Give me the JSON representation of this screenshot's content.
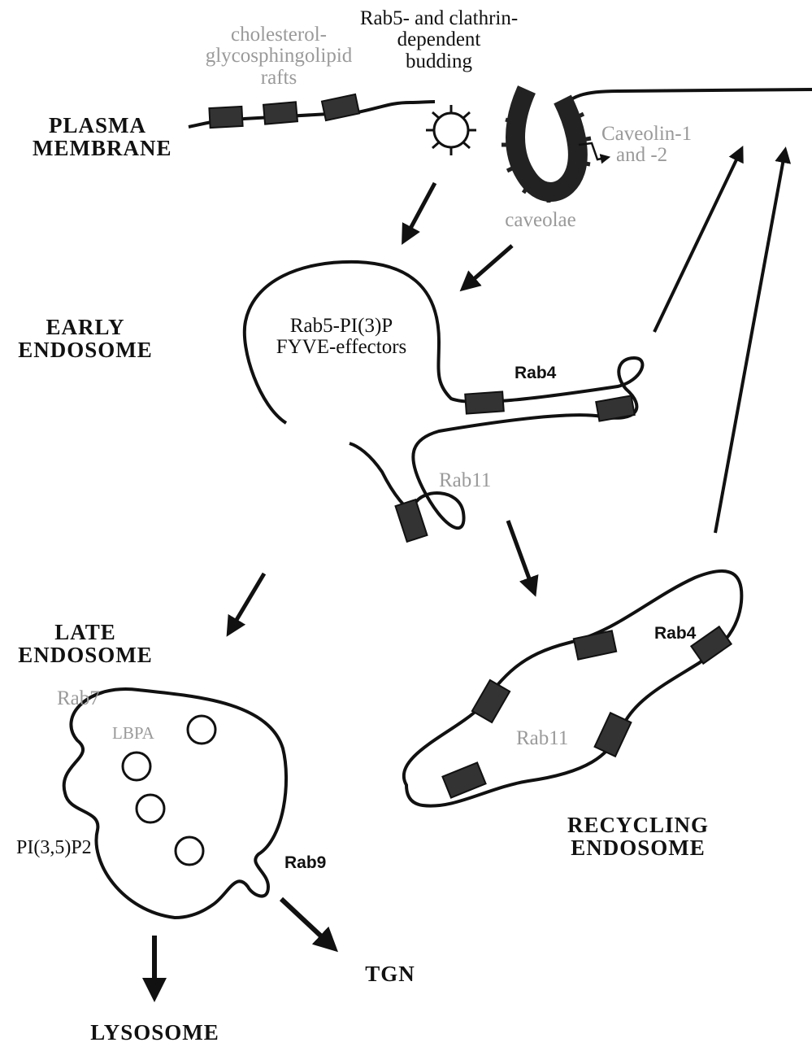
{
  "sections": {
    "plasma_membrane": [
      "PLASMA",
      "MEMBRANE"
    ],
    "early_endosome": [
      "EARLY",
      "ENDOSOME"
    ],
    "late_endosome": [
      "LATE",
      "ENDOSOME"
    ],
    "recycling_endosome": [
      "RECYCLING",
      "ENDOSOME"
    ],
    "lysosome": "LYSOSOME",
    "tgn": "TGN"
  },
  "labels": {
    "rafts": [
      "cholesterol-",
      "glycosphingolipid",
      "rafts"
    ],
    "budding": [
      "Rab5- and clathrin-",
      "dependent",
      "budding"
    ],
    "caveolin": [
      "Caveolin-1",
      "and -2"
    ],
    "caveolae": "caveolae",
    "early_effectors": [
      "Rab5-PI(3)P",
      "FYVE-effectors"
    ],
    "rab4_early": "Rab4",
    "rab11_early": "Rab11",
    "rab7": "Rab7",
    "lbpa": "LBPA",
    "pi35p2": "PI(3,5)P2",
    "rab9": "Rab9",
    "rab4_recycling": "Rab4",
    "rab11_recycling": "Rab11"
  }
}
